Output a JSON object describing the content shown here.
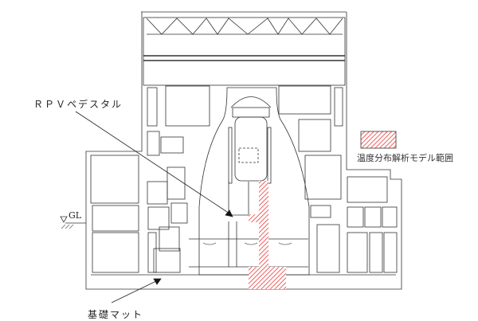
{
  "labels": {
    "rpv_pedestal": "ＲＰＶペデスタル",
    "foundation_mat": "基礎マット",
    "ground_level": "GL"
  },
  "legend": {
    "label": "温度分布解析モデル範囲",
    "color": "#f06060"
  }
}
